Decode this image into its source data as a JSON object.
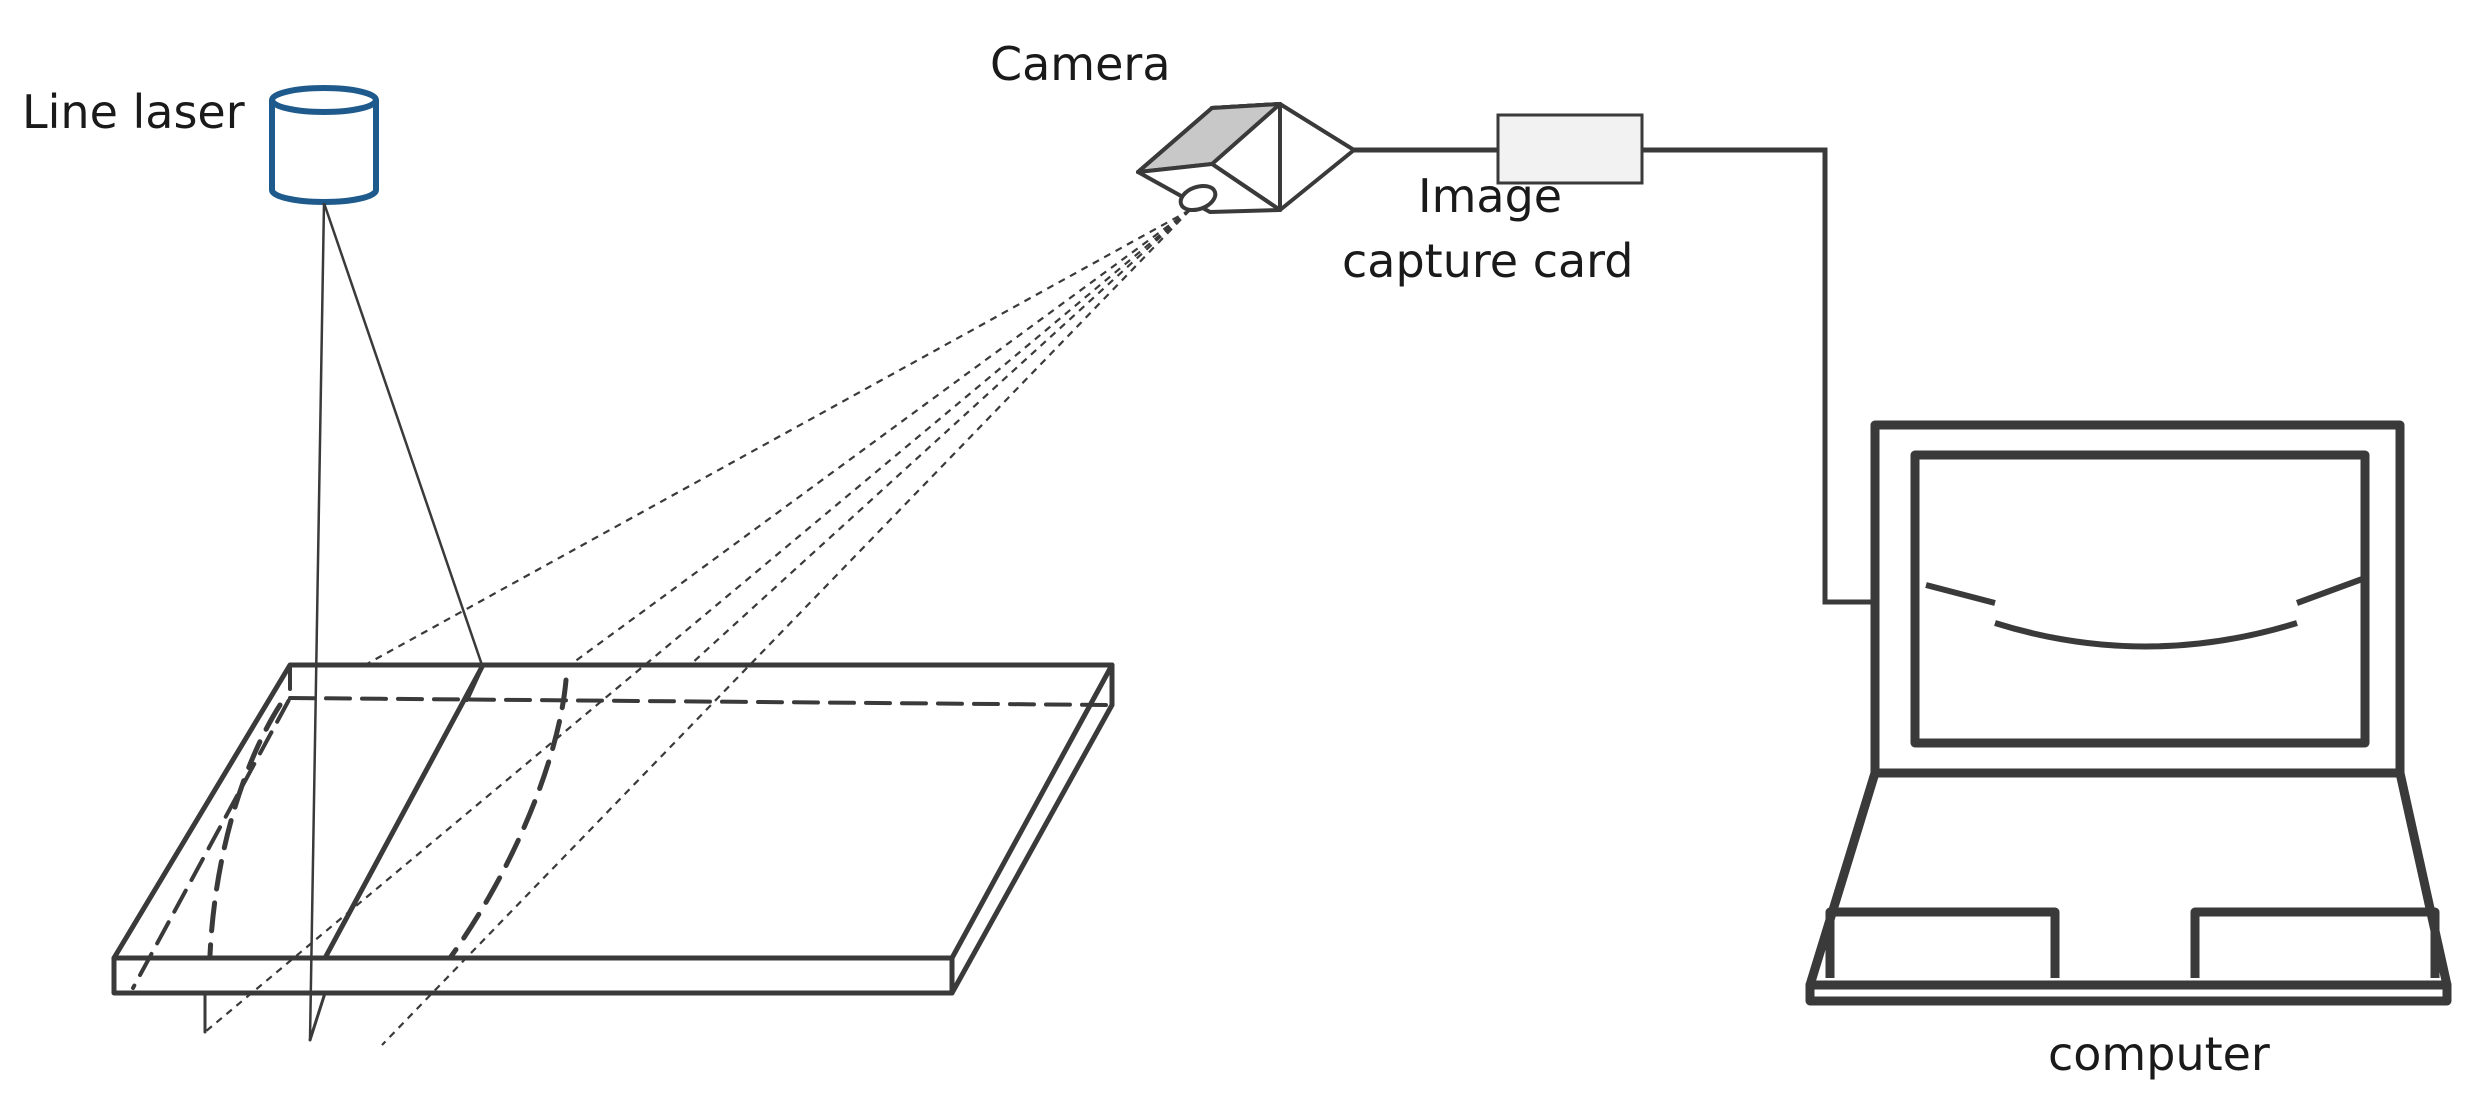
{
  "labels": {
    "line_laser": "Line laser",
    "camera": "Camera",
    "capture_card_line1": "Image",
    "capture_card_line2": "capture card",
    "computer": "computer"
  },
  "colors": {
    "stroke": "#3a3a3a",
    "laser_blue": "#1f5a8c",
    "camera_top": "#c8c8c8",
    "card_fill": "#f2f2f2"
  }
}
